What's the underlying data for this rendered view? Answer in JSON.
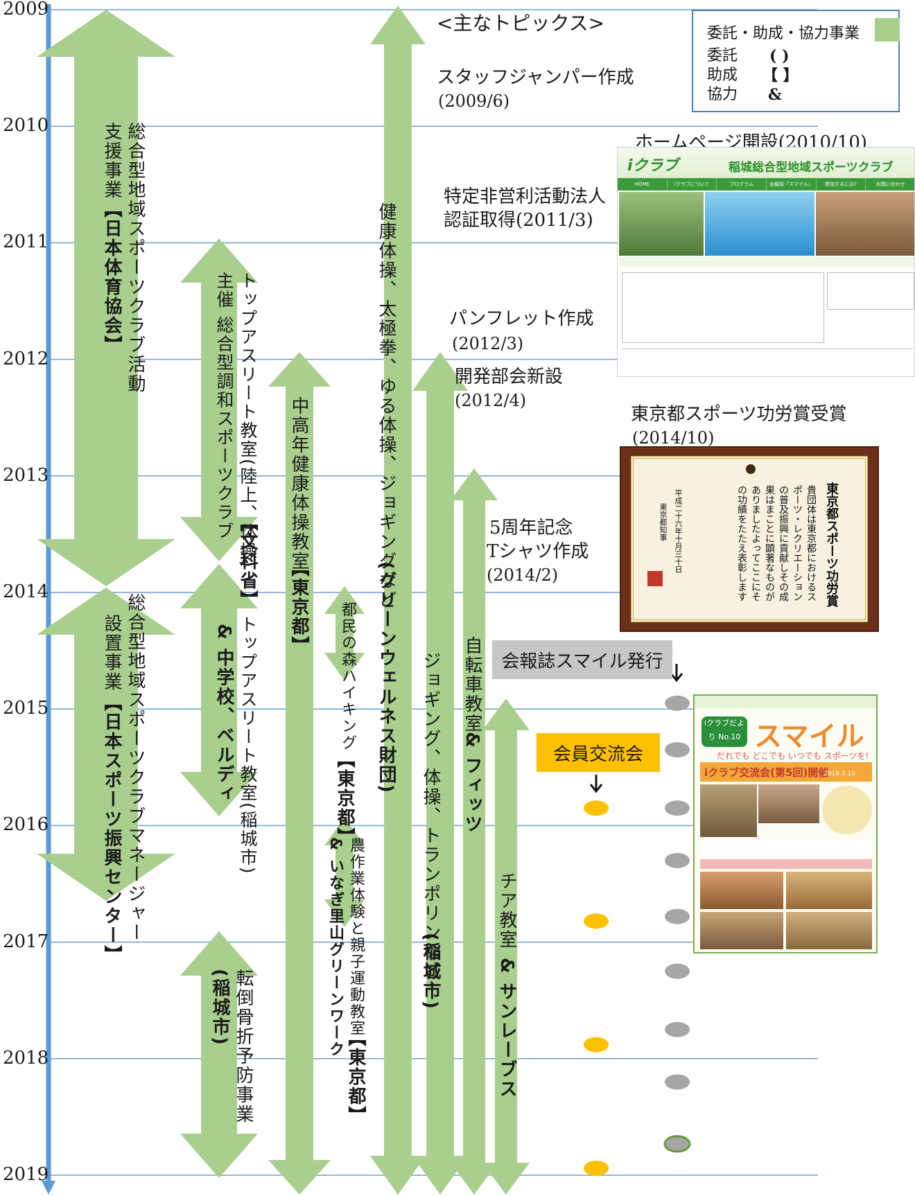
{
  "years": [
    "2009",
    "2010",
    "2011",
    "2012",
    "2013",
    "2014",
    "2015",
    "2016",
    "2017",
    "2018",
    "2019"
  ],
  "topics_header": "<主なトピックス>",
  "legend": {
    "title": "委託・助成・協力事業",
    "itaku_label": "委託",
    "itaku_mark": "( )",
    "josei_label": "助成",
    "josei_mark": "【 】",
    "kyoryoku_label": "協力",
    "kyoryoku_mark": "&",
    "swatch_color": "#a8cf8e"
  },
  "programs": {
    "p1_line1": "総合型地域スポーツクラブ活動",
    "p1_line2": "支援事業",
    "p1_org": "【日本体育協会】",
    "p2_line1": "総合型地域スポーツクラブマネージャー",
    "p2_line2": "設置事業",
    "p2_org": "【日本スポーツ振興センター】",
    "p3_line1": "トップアスリート教室(陸上、体操)",
    "p3_line2": "主催 総合型調和スポーツクラブ",
    "p3_org": "【文科省】",
    "p4_line1": "トップアスリート教室(稲城市)",
    "p4_line2": "& 中学校、ベルディ",
    "p5_line1": "転倒骨折予防事業",
    "p5_org": "(稲城市)",
    "p6_line1": "中高年健康体操教室",
    "p6_org": "【東京都】",
    "p7_line1": "都民の森ハイキング",
    "p7_org": "【東京都】",
    "p8_line1": "農作業体験と親子運動教室",
    "p8_line2": "& いなぎ里山グリーンワーク",
    "p8_org": "【東京都】",
    "p9_line1": "健康体操、太極拳、ゆる体操、ジョギングなど",
    "p9_org": "(グリーンウェルネス財団)",
    "p10_line1": "ジョギング、体操、トランポリンなど",
    "p10_org": "(稲城市)",
    "p11_line1": "自転車教室",
    "p11_line2": "& フィッツ",
    "p12_line1": "チア教室",
    "p12_line2": "& サンレーブス"
  },
  "topics": {
    "t1": "スタッフジャンパー作成",
    "t1_date": "(2009/6)",
    "t2": "ホームページ開設(2010/10)",
    "t3_a": "特定非営利活動法人",
    "t3_b": "認証取得(2011/3)",
    "t4": "パンフレット作成",
    "t4_date": "(2012/3)",
    "t5": "開発部会新設",
    "t5_date": "(2012/4)",
    "t6": "東京都スポーツ功労賞受賞",
    "t6_date": "(2014/10)",
    "t7_a": "5周年記念",
    "t7_b": "Tシャツ作成",
    "t7_date": "(2014/2)",
    "newsletter": "会報誌スマイル発行",
    "exchange": "会員交流会"
  },
  "website": {
    "nav": [
      "HOME",
      "iクラブについて",
      "プログラム",
      "会報誌「スマイル」",
      "参加するには?",
      "お問い合わせ"
    ],
    "club_name": "稲城総合型地域スポーツクラブ",
    "logo": "iクラブ"
  },
  "certificate": {
    "title": "東京都スポーツ功労賞",
    "body": "貴団体は東京都におけるスポーツ・レクリエーションの普及振興に貢献しその成果はまことに顕著なものがありましたよってここにその功績をたたえ表彰します",
    "date": "平成二十六年十月三十日",
    "signer": "東京都知事"
  },
  "smile": {
    "title": "スマイル",
    "subtitle": "iクラブだより No.10",
    "tagline": "だれでも どこでも いつでも スポーツを!",
    "headline": "iクラブ交流会(第5回)開催",
    "date": "2019.3.10"
  },
  "colors": {
    "arrow": "#a8cf8e",
    "axis": "#5b9bd5",
    "gridline": "#6f9fd0",
    "newsletter_dot": "#a6a6a6",
    "exchange_dot": "#ffc000",
    "newsletter_box": "#c7c7c7",
    "exchange_box": "#ffc000"
  }
}
